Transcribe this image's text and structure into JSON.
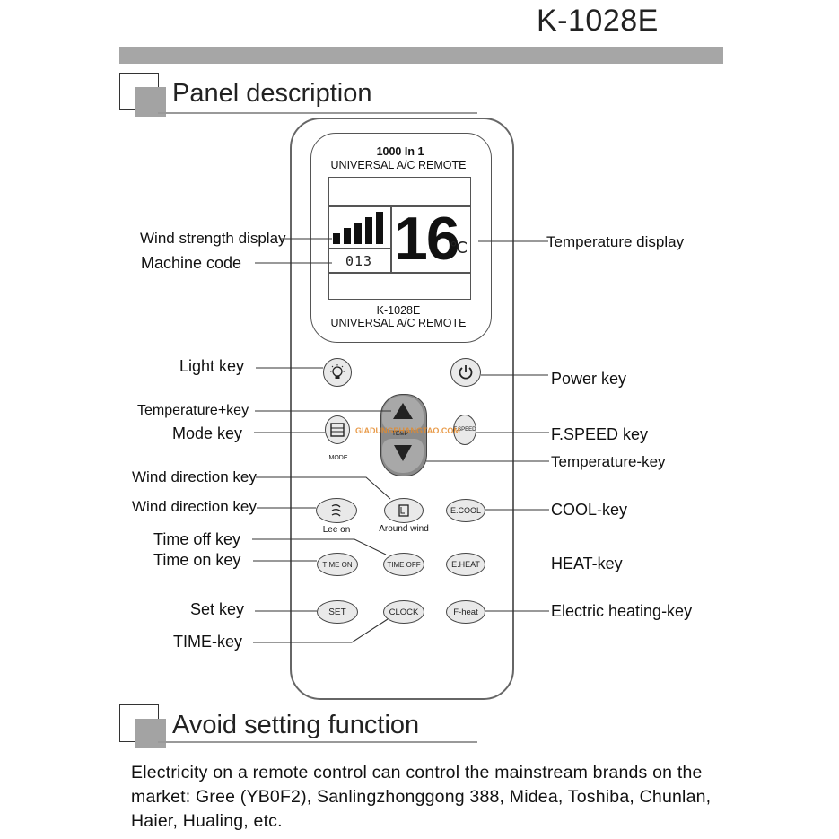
{
  "model": "K-1028E",
  "sections": {
    "panel_title": "Panel description",
    "avoid_title": "Avoid setting function"
  },
  "remote": {
    "header_line1": "1000 In 1",
    "header_line2": "UNIVERSAL A/C REMOTE",
    "footer_line1": "K-1028E",
    "footer_line2": "UNIVERSAL A/C REMOTE",
    "lcd": {
      "temperature": "16",
      "unit": "℃",
      "machine_code": "013",
      "wind_bars": 5
    },
    "buttons": {
      "temp_label": "TEMP",
      "mode_label": "MODE",
      "fspeed_label": "F.SPEED",
      "lee_on_label": "Lee on",
      "around_wind_label": "Around wind",
      "ecool_label": "E.COOL",
      "time_on_label": "TIME ON",
      "time_off_label": "TIME OFF",
      "heat_label": "E.HEAT",
      "set_label": "SET",
      "clock_label": "CLOCK",
      "fheat_label": "F-heat"
    },
    "watermark": "GIADUNGPHANGTAO.COM"
  },
  "callouts": {
    "wind_strength": "Wind strength display",
    "machine_code": "Machine code",
    "temperature_display": "Temperature display",
    "light_key": "Light key",
    "power_key": "Power key",
    "temp_plus": "Temperature+key",
    "mode_key": "Mode key",
    "fspeed_key": "F.SPEED key",
    "temp_minus": "Temperature-key",
    "wind_dir_1": "Wind direction key",
    "wind_dir_2": "Wind direction key",
    "cool_key": "COOL-key",
    "time_off": "Time off key",
    "time_on": "Time on key",
    "heat_key": "HEAT-key",
    "set_key": "Set key",
    "electric_heating": "Electric heating-key",
    "time_key": "TIME-key"
  },
  "note": "Electricity on a remote control can control the mainstream brands on the market: Gree (YB0F2), Sanlingzhonggong 388, Midea, Toshiba, Chunlan, Haier, Hualing, etc."
}
